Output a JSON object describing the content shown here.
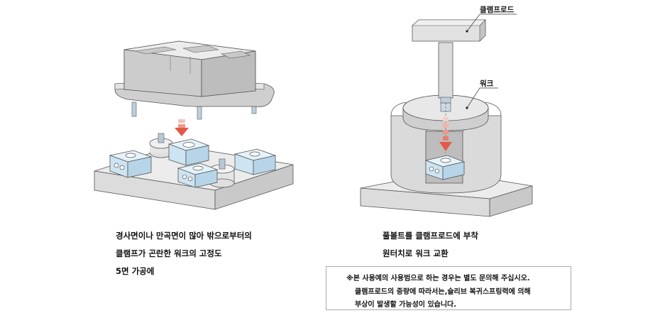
{
  "left_caption": {
    "line1": "경사면이나 만곡면이 많아 밖으로부터의",
    "line2": "클램프가 곤란한 워크의 고정도",
    "line3": "5면 가공에"
  },
  "right_caption": {
    "line1": "풀볼트를 클램프로드에 부착",
    "line2": "원터치로 워크 교환"
  },
  "callouts": {
    "clamp_rod": "클램프로드",
    "work": "워크"
  },
  "note": {
    "line1": "※본 사용예의 사용범으로 하는 경우는 별도 문의해 주십시오.",
    "line2": "클램프로드의 중량에 따라서는,슬리브 복귀스프링력에 의해",
    "line3": "부상이 발생할 가능성이 있습니다."
  },
  "colors": {
    "gray_body": "#d6d6d6",
    "block_blue": "#cfe6f3",
    "arrow_red": "#e86a5c",
    "base_plate": "#e3e3e3"
  }
}
